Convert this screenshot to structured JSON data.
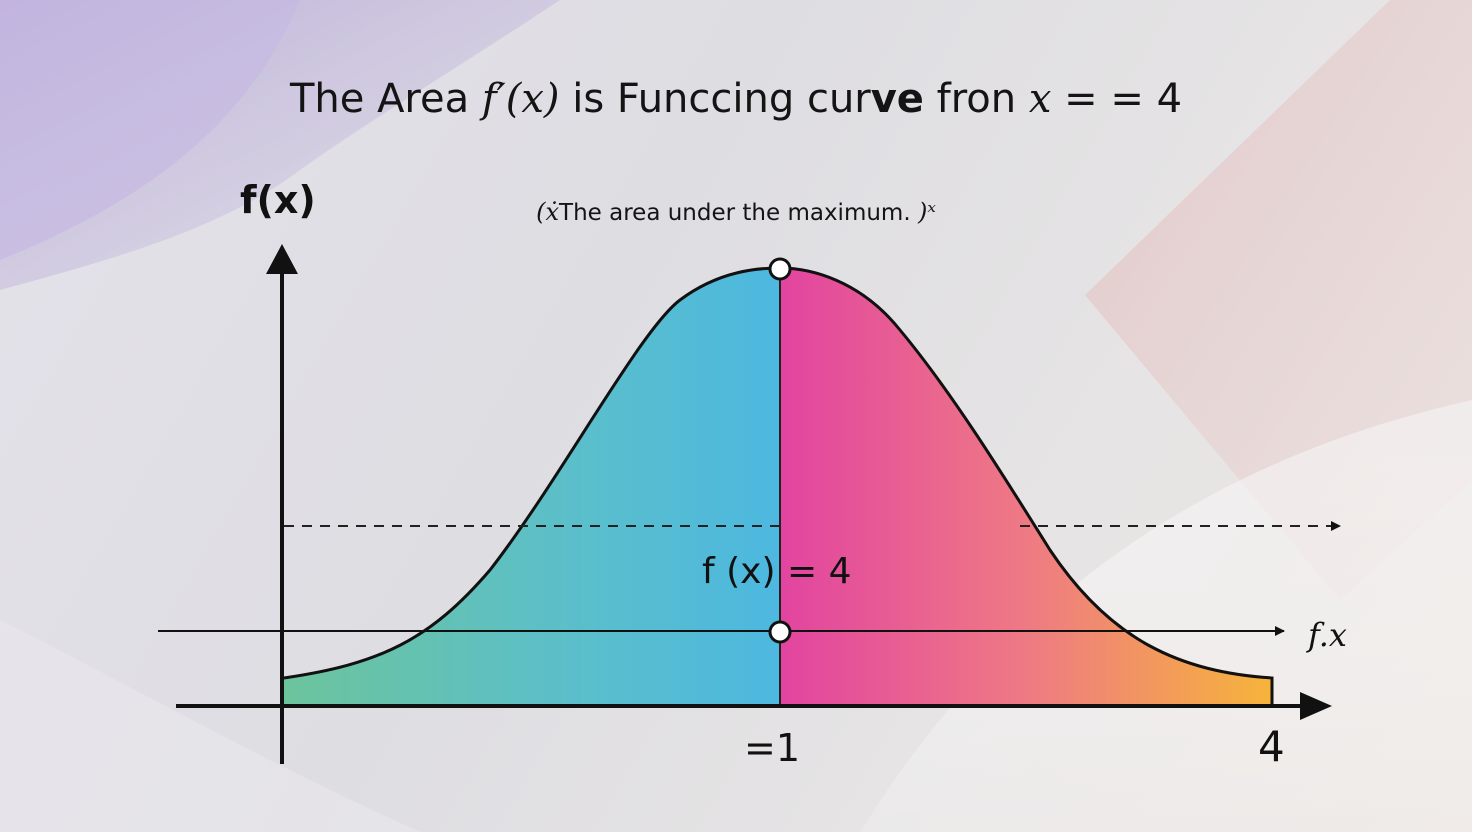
{
  "title": {
    "part1": "The Area ",
    "func": "f′(x)",
    "part2": " is Funccing cur",
    "bold": "ve",
    "part3": " fron ",
    "var": "x",
    "part4": " = = 4"
  },
  "subtitle": {
    "left_glyph": "(ẋ",
    "text": "The area under the maximum.",
    "right_glyph": ")ˣ"
  },
  "y_axis_label": "f(x)",
  "x_axis_label": "f.x",
  "annotation": "f (x) = 4",
  "ticks": {
    "mid": "=1",
    "end": "4"
  },
  "colors": {
    "left_gradient_start": "#6cc49c",
    "left_gradient_end": "#4db8e0",
    "right_gradient_start": "#e244a0",
    "right_gradient_mid": "#ee7a84",
    "right_gradient_end": "#f6b43a",
    "curve": "#111111"
  }
}
